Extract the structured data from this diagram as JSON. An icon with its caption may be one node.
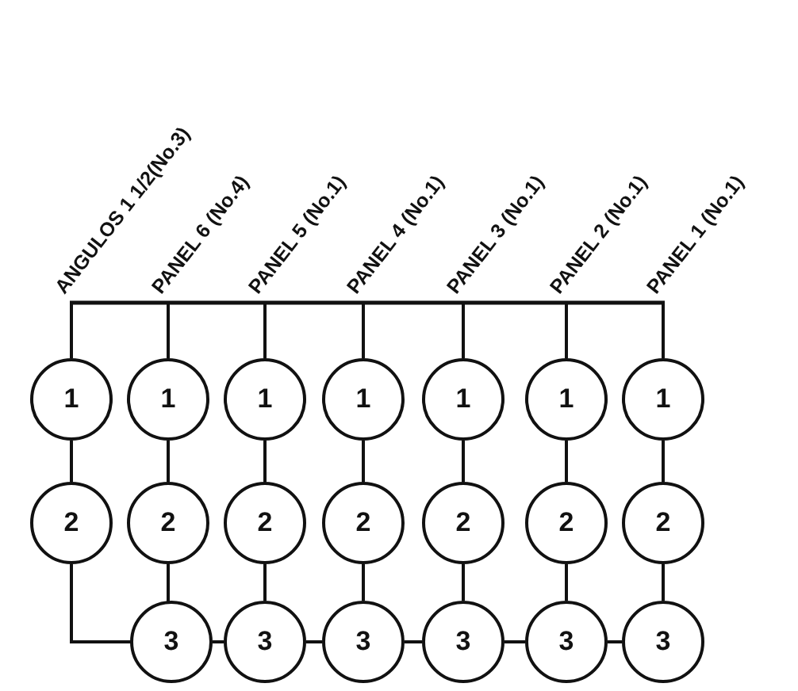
{
  "diagram": {
    "nodes": [
      {
        "text": [
          "ANGULOS 1 1/2(No.3)"
        ]
      },
      {
        "text": [
          "PANEL 6 (No.4)"
        ]
      },
      {
        "text": [
          "PANEL 5 (No.1)"
        ]
      },
      {
        "text": [
          "PANEL 4 (No.1)"
        ]
      },
      {
        "text": [
          "PANEL 3 (No.1)"
        ]
      },
      {
        "text": [
          "PANEL 2 (No.1)"
        ]
      },
      {
        "text": [
          "PANEL 1 (No.1)"
        ]
      },
      {
        "text": [
          "1"
        ]
      },
      {
        "text": [
          "1"
        ]
      },
      {
        "text": [
          "1"
        ]
      },
      {
        "text": [
          "1"
        ]
      },
      {
        "text": [
          "1"
        ]
      },
      {
        "text": [
          "1"
        ]
      },
      {
        "text": [
          "1"
        ]
      },
      {
        "text": [
          "2"
        ]
      },
      {
        "text": [
          "2"
        ]
      },
      {
        "text": [
          "2"
        ]
      },
      {
        "text": [
          "2"
        ]
      },
      {
        "text": [
          "2"
        ]
      },
      {
        "text": [
          "2"
        ]
      },
      {
        "text": [
          "2"
        ]
      },
      {
        "text": [
          "3"
        ]
      },
      {
        "text": [
          "3"
        ]
      },
      {
        "text": [
          "3"
        ]
      },
      {
        "text": [
          "3"
        ]
      },
      {
        "text": [
          "3"
        ]
      },
      {
        "text": [
          "3"
        ]
      }
    ],
    "edges": [
      {
        "from": 0,
        "to": 7,
        "arrow": "none"
      },
      {
        "from": 1,
        "to": 8,
        "arrow": "none"
      },
      {
        "from": 2,
        "to": 9,
        "arrow": "none"
      },
      {
        "from": 3,
        "to": 10,
        "arrow": "none"
      },
      {
        "from": 4,
        "to": 11,
        "arrow": "none"
      },
      {
        "from": 5,
        "to": 12,
        "arrow": "none"
      },
      {
        "from": 6,
        "to": 13,
        "arrow": "none"
      },
      {
        "from": 7,
        "to": 14,
        "arrow": "none"
      },
      {
        "from": 8,
        "to": 15,
        "arrow": "none"
      },
      {
        "from": 9,
        "to": 16,
        "arrow": "none"
      },
      {
        "from": 10,
        "to": 17,
        "arrow": "none"
      },
      {
        "from": 11,
        "to": 18,
        "arrow": "none"
      },
      {
        "from": 12,
        "to": 19,
        "arrow": "none"
      },
      {
        "from": 13,
        "to": 20,
        "arrow": "none"
      },
      {
        "from": 14,
        "to": 21,
        "arrow": "none"
      },
      {
        "from": 15,
        "to": 21,
        "arrow": "none"
      },
      {
        "from": 16,
        "to": 22,
        "arrow": "none"
      },
      {
        "from": 17,
        "to": 23,
        "arrow": "none"
      },
      {
        "from": 18,
        "to": 24,
        "arrow": "none"
      },
      {
        "from": 19,
        "to": 25,
        "arrow": "none"
      },
      {
        "from": 20,
        "to": 26,
        "arrow": "none"
      },
      {
        "from": 21,
        "to": 22,
        "arrow": "none"
      },
      {
        "from": 22,
        "to": 23,
        "arrow": "none"
      },
      {
        "from": 23,
        "to": 24,
        "arrow": "none"
      },
      {
        "from": 24,
        "to": 25,
        "arrow": "none"
      },
      {
        "from": 25,
        "to": 26,
        "arrow": "none"
      }
    ]
  }
}
